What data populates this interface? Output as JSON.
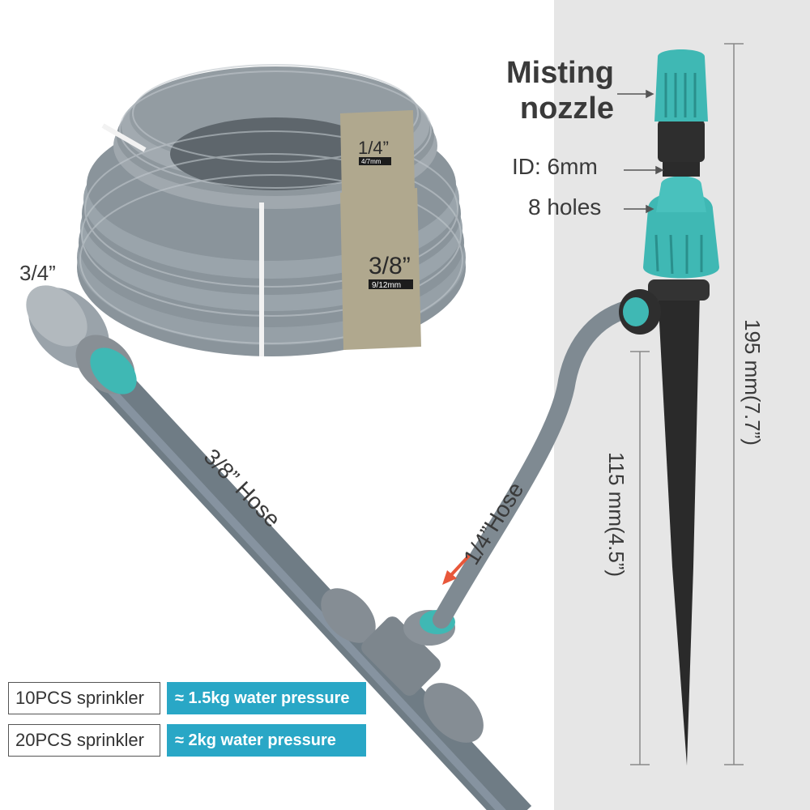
{
  "labels": {
    "misting_line1": "Misting",
    "misting_line2": "nozzle",
    "inner_diameter": "ID: 6mm",
    "holes": "8 holes",
    "connector_size": "3/4”",
    "main_hose": "3/8” Hose",
    "branch_hose": "1/4”Hose",
    "total_height": "195 mm(7.7”)",
    "stake_height": "115 mm(4.5”)"
  },
  "coil_tags": {
    "small_size": "1/4”",
    "small_sub": "4/7mm",
    "large_size": "3/8”",
    "large_sub": "9/12mm"
  },
  "pressure_table": [
    {
      "quantity": "10PCS sprinkler",
      "pressure": "≈ 1.5kg water pressure"
    },
    {
      "quantity": "20PCS sprinkler",
      "pressure": "≈ 2kg water pressure"
    }
  ],
  "colors": {
    "accent_teal": "#29a7c6",
    "nozzle_teal": "#3fb8b4",
    "hose_gray": "#7f8a92",
    "stake_black": "#2a2a2a",
    "arrow_red": "#e8573a",
    "panel_gray": "#e6e6e6"
  }
}
